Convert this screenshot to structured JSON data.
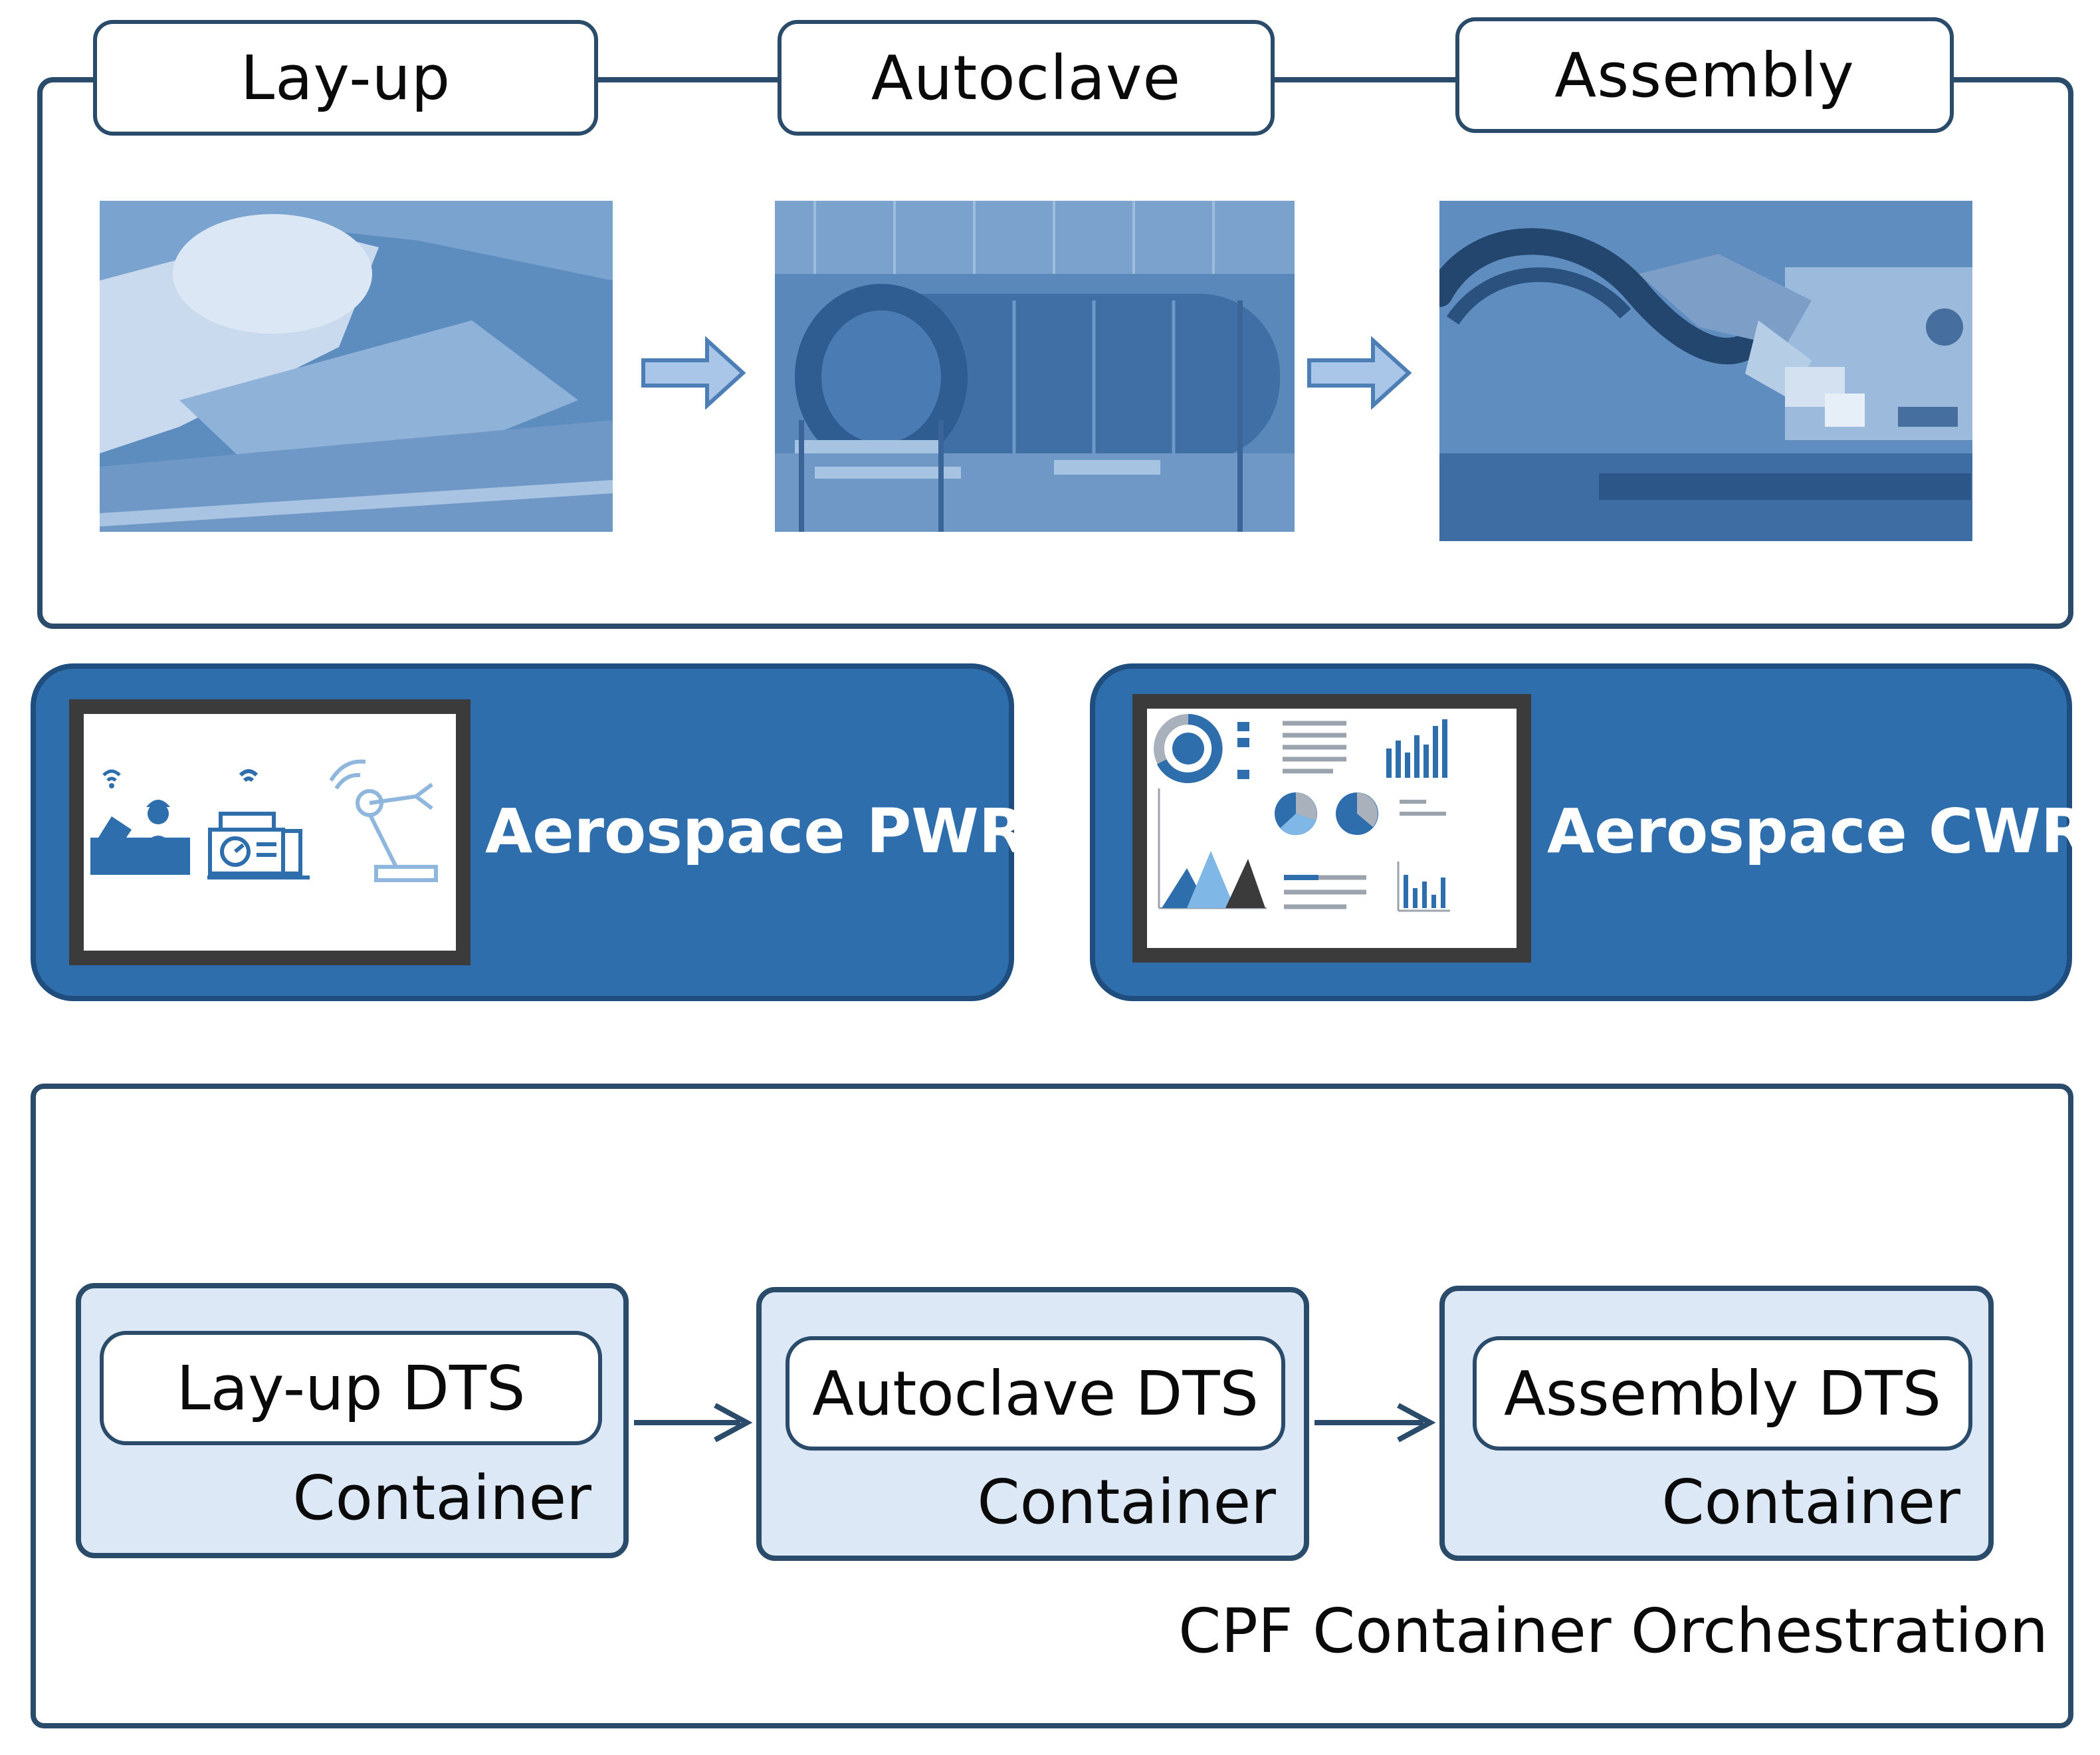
{
  "process": {
    "stages": [
      {
        "label": "Lay-up"
      },
      {
        "label": "Autoclave"
      },
      {
        "label": "Assembly"
      }
    ],
    "photos": [
      {
        "subject": "worker-laying-up-composite-ply"
      },
      {
        "subject": "industrial-autoclave"
      },
      {
        "subject": "robot-arm-assembly"
      }
    ]
  },
  "rooms": {
    "pwr": {
      "title": "Aerospace PWR",
      "icons": [
        "wifi-icon",
        "worker-icon",
        "machine-gauge-icon",
        "robot-arm-icon"
      ]
    },
    "cwr": {
      "title": "Aerospace CWR",
      "icons": [
        "donut-chart-icon",
        "bar-chart-icon",
        "pie-chart-icon",
        "mountain-chart-icon",
        "text-lines-icon"
      ]
    }
  },
  "orchestration": {
    "label": "CPF Container Orchestration",
    "containers": [
      {
        "dts": "Lay-up DTS",
        "caption": "Container"
      },
      {
        "dts": "Autoclave DTS",
        "caption": "Container"
      },
      {
        "dts": "Assembly DTS",
        "caption": "Container"
      }
    ]
  },
  "colors": {
    "frame": "#2b4b6b",
    "card_blue": "#2e6ead",
    "container_fill": "#dce8f5",
    "photo_tint": "#4f7fb3"
  }
}
